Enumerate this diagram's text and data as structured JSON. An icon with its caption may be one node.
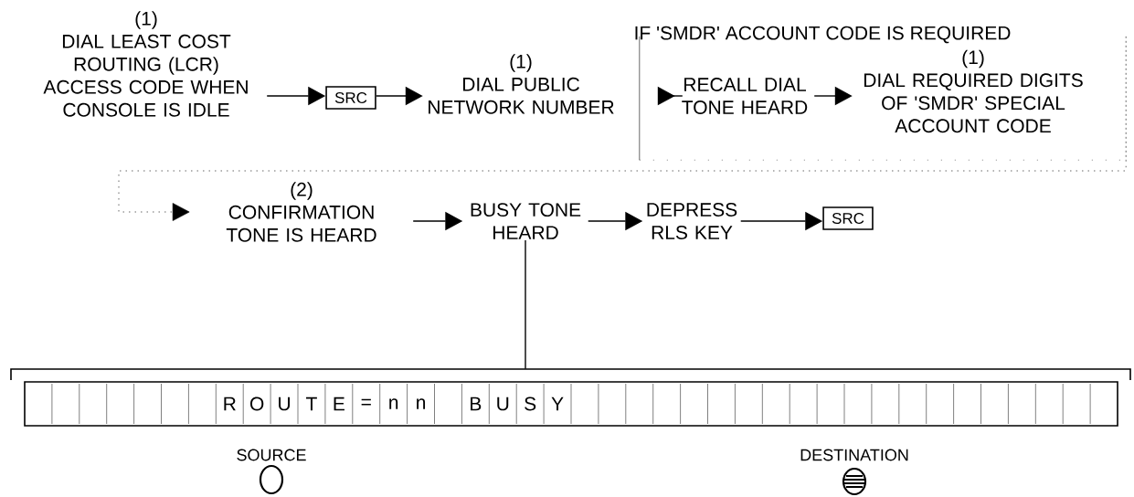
{
  "diagram": {
    "nodes": [
      {
        "text": [
          "(1)",
          "DIAL LEAST COST ROUTING (LCR) ACCESS CODE WHEN CONSOLE IS IDLE"
        ]
      },
      {
        "text": [
          "SRC"
        ]
      },
      {
        "text": [
          "(1)",
          "DIAL PUBLIC NETWORK NUMBER"
        ]
      },
      {
        "text": [
          "IF 'SMDR' ACCOUNT CODE IS REQUIRED"
        ]
      },
      {
        "text": [
          "RECALL DIAL TONE HEARD"
        ],
        "in": 3
      },
      {
        "text": [
          "(1)",
          "DIAL REQUIRED DIGITS OF 'SMDR' SPECIAL ACCOUNT CODE"
        ],
        "in": 3
      },
      {
        "text": [
          "(2)",
          "CONFIRMATION TONE IS HEARD"
        ]
      },
      {
        "text": [
          "BUSY TONE HEARD"
        ]
      },
      {
        "text": [
          "DEPRESS RLS KEY"
        ]
      },
      {
        "text": [
          "SRC"
        ]
      },
      {
        "text": [
          "R",
          "O",
          "U",
          "T",
          "E",
          "=",
          "n",
          "n",
          "B",
          "U",
          "S",
          "Y"
        ]
      }
    ],
    "edges": [
      {
        "from": 0,
        "to": 1,
        "arrow": "to"
      },
      {
        "from": 1,
        "to": 2,
        "arrow": "to"
      },
      {
        "from": null,
        "to": 4,
        "arrow": "to"
      },
      {
        "from": 4,
        "to": 5,
        "arrow": "to"
      },
      {
        "from": 3,
        "to": 6,
        "arrow": "to",
        "style": "dashed"
      },
      {
        "from": 6,
        "to": 7,
        "arrow": "to"
      },
      {
        "from": 7,
        "to": 8,
        "arrow": "to"
      },
      {
        "from": 8,
        "to": 9,
        "arrow": "to"
      },
      {
        "from": 7,
        "to": 10,
        "arrow": "none"
      }
    ],
    "labels": [
      "SOURCE",
      "DESTINATION"
    ]
  }
}
